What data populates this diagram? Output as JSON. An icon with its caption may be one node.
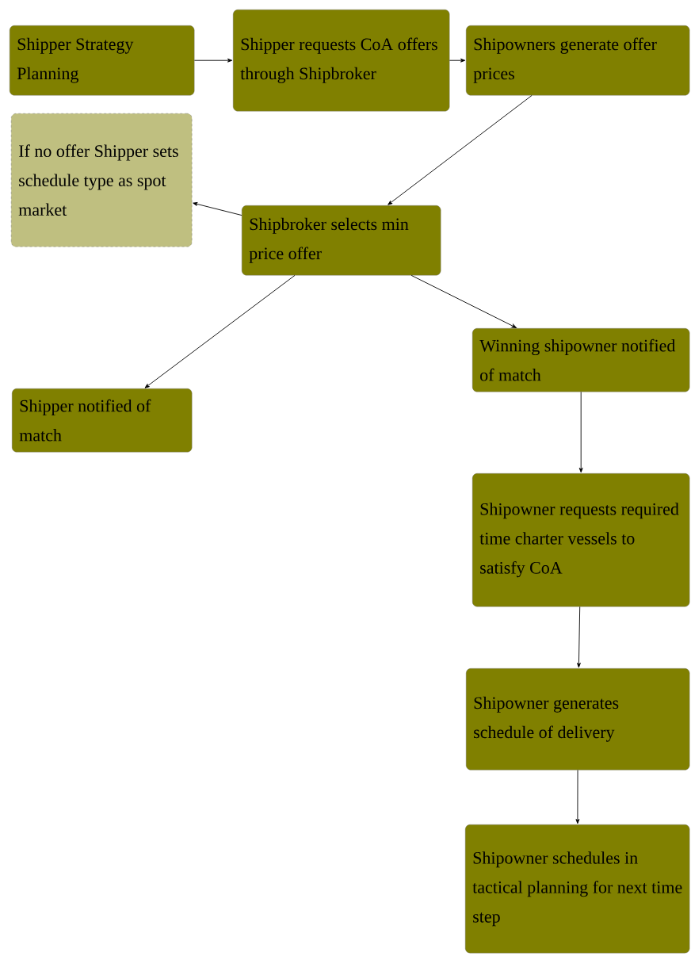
{
  "diagram": {
    "nodes": [
      {
        "text": [
          "Shipper Strategy Planning"
        ]
      },
      {
        "text": [
          "Shipper requests CoA offers through Shipbroker"
        ]
      },
      {
        "text": [
          "Shipowners generate offer prices"
        ]
      },
      {
        "text": [
          "If no offer Shipper sets schedule type as spot market"
        ]
      },
      {
        "text": [
          "Shipbroker selects min price offer"
        ]
      },
      {
        "text": [
          "Shipper notified of match"
        ]
      },
      {
        "text": [
          "Winning shipowner notified of match"
        ]
      },
      {
        "text": [
          "Shipowner requests required time charter vessels to satisfy CoA"
        ]
      },
      {
        "text": [
          "Shipowner generates schedule of delivery"
        ]
      },
      {
        "text": [
          "Shipowner schedules in tactical planning for next time step"
        ]
      }
    ],
    "edges": [
      {
        "from": 0,
        "to": 1,
        "arrow": "to"
      },
      {
        "from": 1,
        "to": 2,
        "arrow": "to"
      },
      {
        "from": 2,
        "to": 4,
        "arrow": "to"
      },
      {
        "from": 4,
        "to": 3,
        "arrow": "to"
      },
      {
        "from": 4,
        "to": 5,
        "arrow": "to"
      },
      {
        "from": 4,
        "to": 6,
        "arrow": "to"
      },
      {
        "from": 6,
        "to": 7,
        "arrow": "to"
      },
      {
        "from": 7,
        "to": 8,
        "arrow": "to"
      },
      {
        "from": 8,
        "to": 9,
        "arrow": "to"
      }
    ]
  }
}
